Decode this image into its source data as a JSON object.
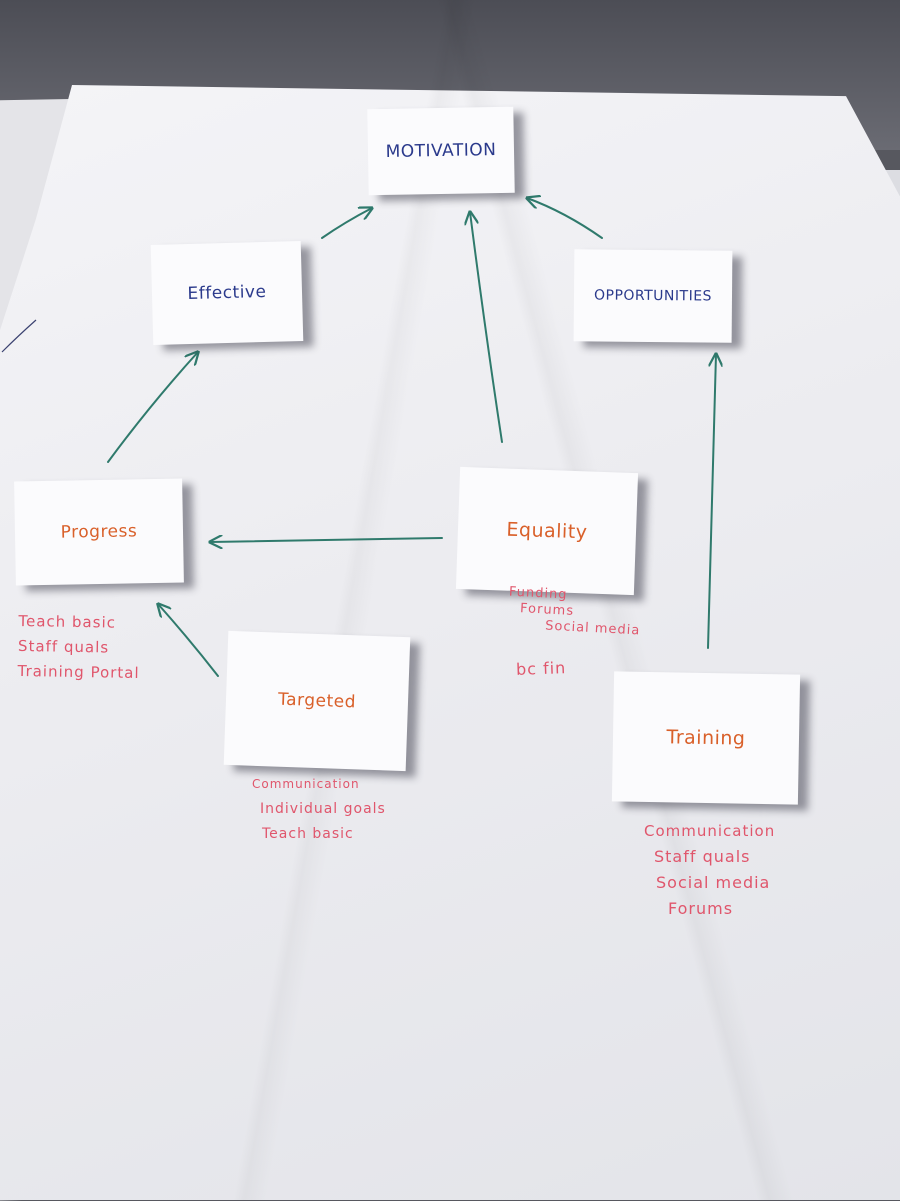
{
  "notes": {
    "motivation": "MOTIVATION",
    "effective": "Effective",
    "opportunities": "OPPORTUNITIES",
    "progress": "Progress",
    "equality": "Equality",
    "targeted": "Targeted",
    "training": "Training"
  },
  "annotations": {
    "progress": [
      "Teach basic",
      "Staff quals",
      "Training Portal"
    ],
    "equality": [
      "Funding",
      "Forums",
      "Social media"
    ],
    "equality_extra": "bc fin",
    "targeted": [
      "Communication",
      "Individual goals",
      "Teach basic"
    ],
    "training": [
      "Communication",
      "Staff quals",
      "Social media",
      "Forums"
    ]
  },
  "colors": {
    "wall": "#57585f",
    "paper": "#eeeef2",
    "note": "#fbfbfd",
    "arrow": "#2f7a6c",
    "blue_ink": "#2b3a8c",
    "orange_ink": "#d9602a",
    "pink_ink": "#e0566c"
  }
}
